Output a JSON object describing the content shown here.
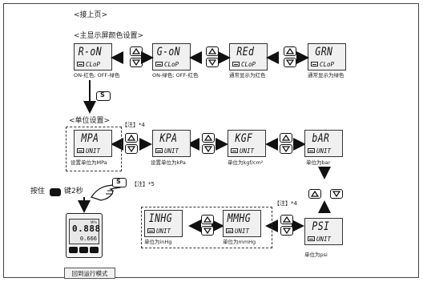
{
  "labels": {
    "continued": "<接上页>",
    "main_color": "<主显示屏颜色设置>",
    "unit_setting": "<单位设置>",
    "note_4a": "【注】*4",
    "note_4b": "【注】*4",
    "note_5": "【注】*5",
    "hold_prefix": "按住",
    "hold_suffix": "键2秒",
    "return_run": "回到运行模式"
  },
  "color_screens": [
    {
      "main": "R-oN",
      "sub": "CLoP",
      "caption": "ON-红色; OFF-绿色"
    },
    {
      "main": "G-oN",
      "sub": "CLoP",
      "caption": "ON-绿色; OFF-红色"
    },
    {
      "main": "REd",
      "sub": "CLoP",
      "caption": "通常显示为红色"
    },
    {
      "main": "GRN",
      "sub": "CLoP",
      "caption": "通常显示为绿色"
    }
  ],
  "unit_screens": [
    {
      "main": "MPA",
      "sub": "UNIT",
      "caption": "设置单位为MPa"
    },
    {
      "main": "KPA",
      "sub": "UNIT",
      "caption": "设置单位为kPa"
    },
    {
      "main": "KGF",
      "sub": "UNIT",
      "caption": "单位为kgf/cm²"
    },
    {
      "main": "bAR",
      "sub": "UNIT",
      "caption": "单位为bar"
    },
    {
      "main": "PSI",
      "sub": "UNIT",
      "caption": "单位为psi"
    },
    {
      "main": "MMHG",
      "sub": "UNIT",
      "caption": "单位为mmHg"
    },
    {
      "main": "INHG",
      "sub": "UNIT",
      "caption": "单位为inHg"
    }
  ],
  "device": {
    "main_value": "0.888",
    "sub_value": "0.666",
    "unit_text": "MPa"
  },
  "set_key_symbol": "S"
}
